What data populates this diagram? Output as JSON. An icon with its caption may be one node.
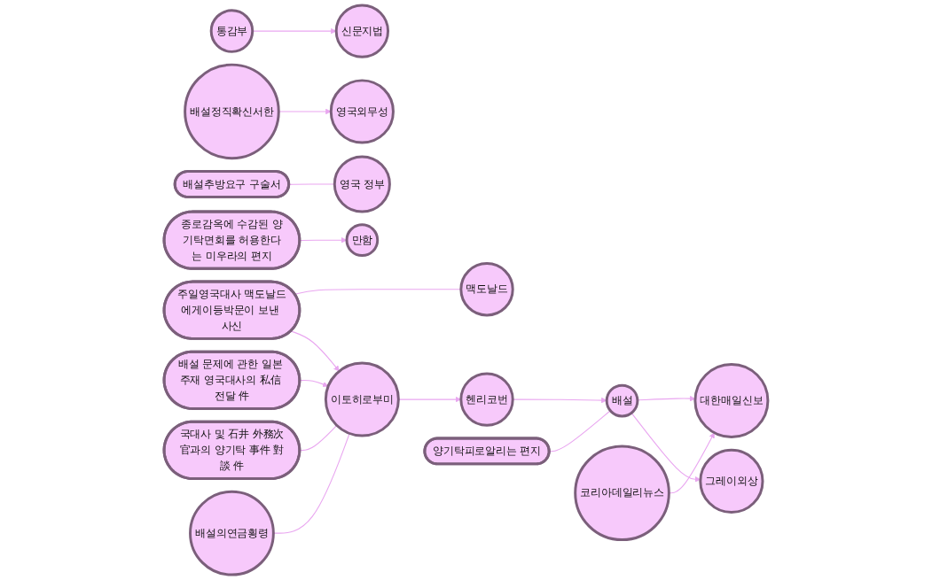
{
  "diagram": {
    "nodes": [
      {
        "text": [
          "신문지법"
        ]
      },
      {
        "text": [
          "영국외무성"
        ]
      },
      {
        "text": [
          "배설추방요구 구술서"
        ]
      },
      {
        "text": [
          "통감부"
        ]
      },
      {
        "text": [
          "그레이외상"
        ]
      },
      {
        "text": [
          "영국 정부"
        ]
      },
      {
        "text": [
          "배설의연금횡령"
        ]
      },
      {
        "text": [
          "이토히로부미"
        ]
      },
      {
        "text": [
          "맥도날드"
        ]
      },
      {
        "text": [
          "국대사 및 石井 外務次官과의 양기탁 事件 對談 件"
        ]
      },
      {
        "text": [
          "헨리코번"
        ]
      },
      {
        "text": [
          "주일영국대사 맥도날드에게이등박문이 보낸 사신"
        ]
      },
      {
        "text": [
          "배설"
        ]
      },
      {
        "text": [
          "배설 문제에 관한 일본 주재 영국대사의 私信 전달 件"
        ]
      },
      {
        "text": [
          "대한매일신보"
        ]
      },
      {
        "text": [
          "종로감옥에 수감된 양기탁면회를 허용한다는 미우라의 편지"
        ]
      },
      {
        "text": [
          "코리아데일리뉴스"
        ]
      },
      {
        "text": [
          "배설정직확신서한"
        ]
      },
      {
        "text": [
          "만함"
        ]
      },
      {
        "text": [
          "양기탁피로알리는 편지"
        ]
      }
    ],
    "edges": [
      {
        "from": 2,
        "to": 5,
        "arrow": "none"
      },
      {
        "from": 3,
        "to": 0,
        "arrow": "to"
      },
      {
        "from": 6,
        "to": 7,
        "arrow": "none"
      },
      {
        "from": 9,
        "to": 7,
        "arrow": "none"
      },
      {
        "from": 11,
        "to": 7,
        "arrow": "to"
      },
      {
        "from": 13,
        "to": 7,
        "arrow": "to"
      },
      {
        "from": 7,
        "to": 10,
        "arrow": "to"
      },
      {
        "from": 10,
        "to": 12,
        "arrow": "to"
      },
      {
        "from": 12,
        "to": 4,
        "arrow": "to"
      },
      {
        "from": 12,
        "to": 14,
        "arrow": "to"
      },
      {
        "from": 16,
        "to": 14,
        "arrow": "to"
      },
      {
        "from": 17,
        "to": 1,
        "arrow": "to"
      },
      {
        "from": 19,
        "to": 12,
        "arrow": "none"
      },
      {
        "from": 15,
        "to": 18,
        "arrow": "to"
      },
      {
        "from": 11,
        "to": 8,
        "arrow": "none"
      }
    ]
  }
}
